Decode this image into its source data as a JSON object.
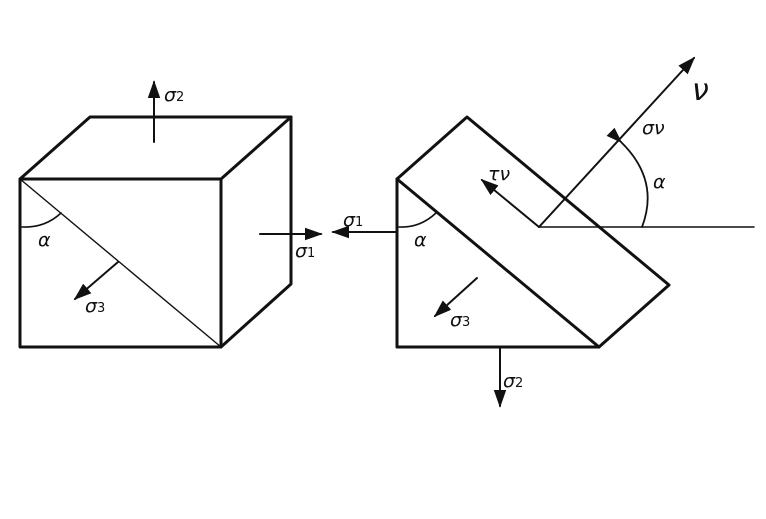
{
  "labels": {
    "s2_left": {
      "main": "σ",
      "sub": "2"
    },
    "s1_left": {
      "main": "σ",
      "sub": "1"
    },
    "s3_left": {
      "main": "σ",
      "sub": "3"
    },
    "alpha_left": "α",
    "s1_right": {
      "main": "σ",
      "sub": "1"
    },
    "alpha_right": "α",
    "tau": "τν",
    "s_nu": "σν",
    "nu": "ν",
    "alpha_angle": "α",
    "s3_right": {
      "main": "σ",
      "sub": "3"
    },
    "s2_right": {
      "main": "σ",
      "sub": "2"
    }
  },
  "colors": {
    "ink": "#111111",
    "background": "#ffffff"
  }
}
